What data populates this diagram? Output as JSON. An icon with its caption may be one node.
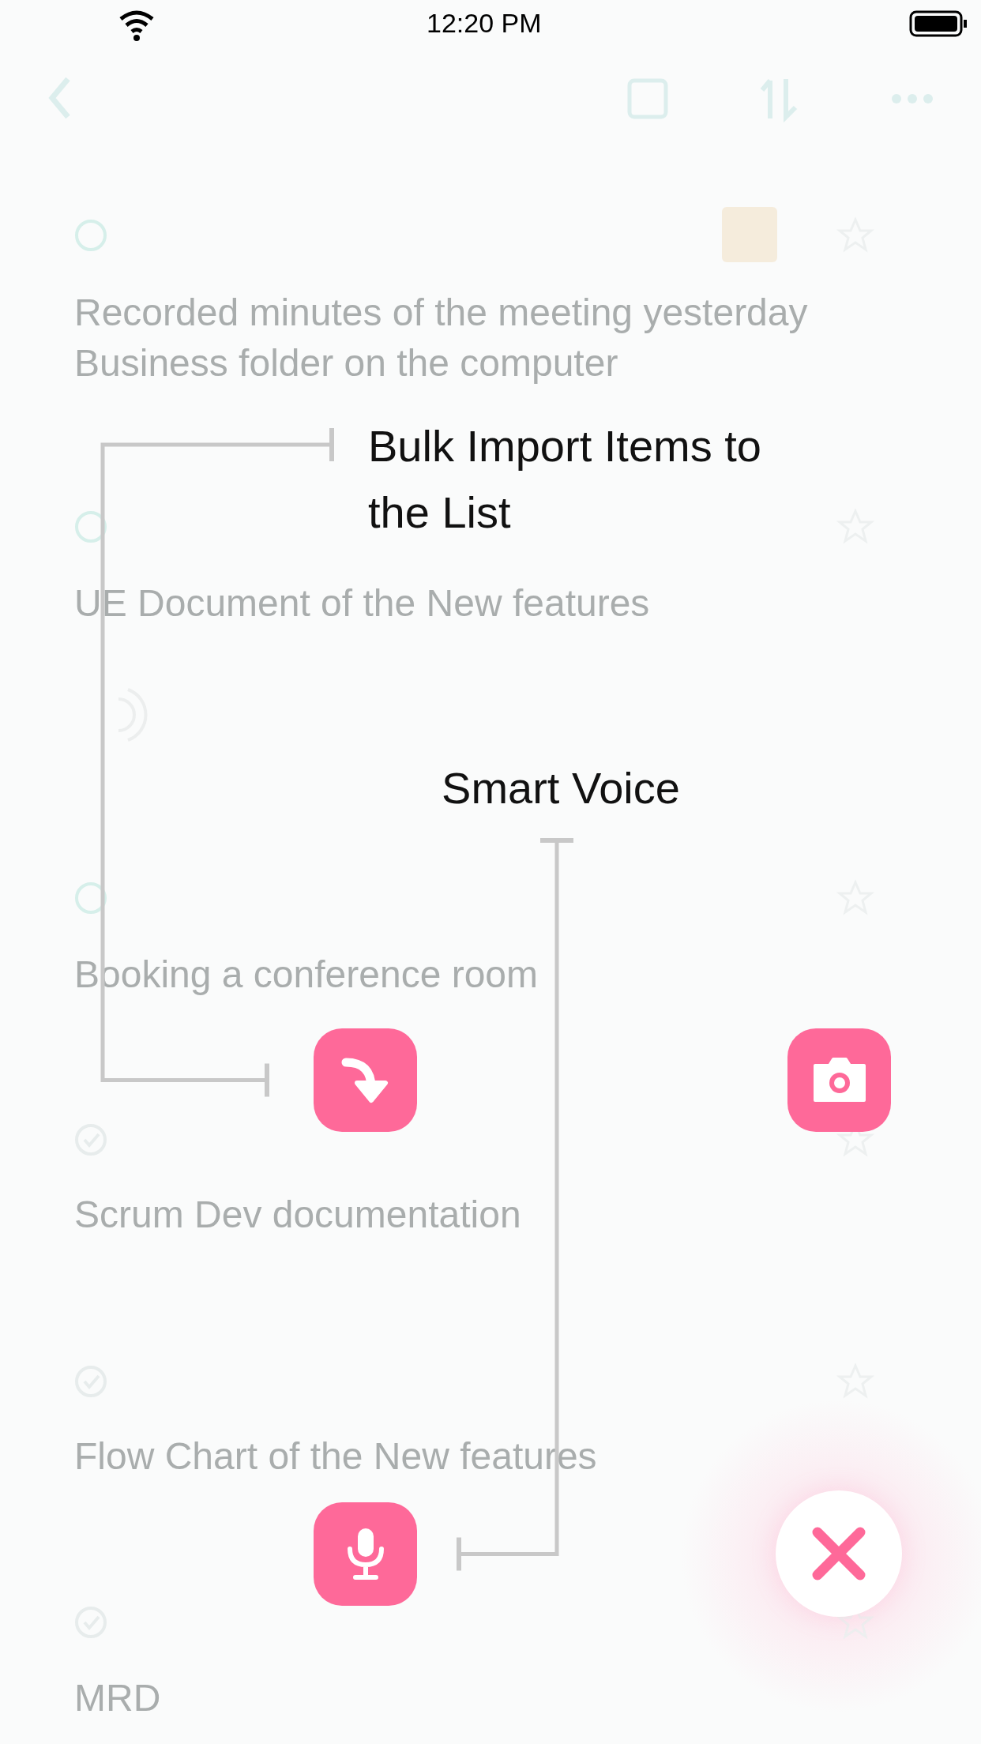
{
  "diagram": {
    "nodes": [
      {
        "text": [
          "Bulk Import Items to the List"
        ]
      },
      {
        "text": [],
        "shape": "box"
      },
      {
        "text": [
          "Smart Voice"
        ]
      },
      {
        "text": [],
        "shape": "box"
      },
      {
        "text": [],
        "shape": "box"
      },
      {
        "text": [],
        "shape": "circle"
      }
    ],
    "edges": [
      {
        "from": 0,
        "to": 1,
        "arrow": "other"
      },
      {
        "from": 2,
        "to": 3,
        "arrow": "other"
      }
    ],
    "labels": [
      "12:20 PM",
      "Recorded minutes of the meeting yesterday",
      "Business folder on the computer",
      "UE Document of the New features",
      "Booking a conference room",
      "Scrum Dev documentation",
      "Flow Chart of the New features",
      "MRD"
    ]
  }
}
